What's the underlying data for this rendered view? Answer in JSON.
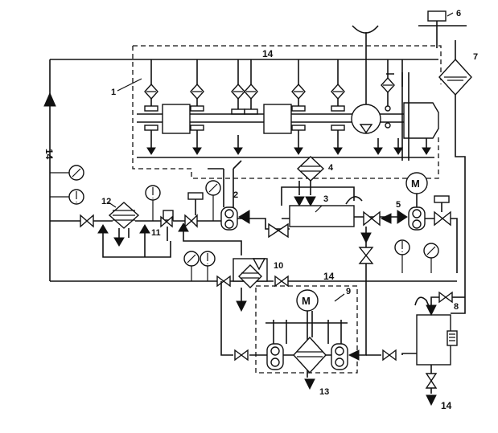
{
  "labels": {
    "n1": "1",
    "n2": "2",
    "n3": "3",
    "n4": "4",
    "n5": "5",
    "n6": "6",
    "n7": "7",
    "n8": "8",
    "n9": "9",
    "n10": "10",
    "n11": "11",
    "n12": "12",
    "n13": "13",
    "n14_top": "14",
    "n14_left": "14",
    "n14_mid": "14",
    "n14_bottom": "14"
  },
  "motor_symbol": "M",
  "colors": {
    "line": "#111111",
    "background": "#ffffff"
  }
}
